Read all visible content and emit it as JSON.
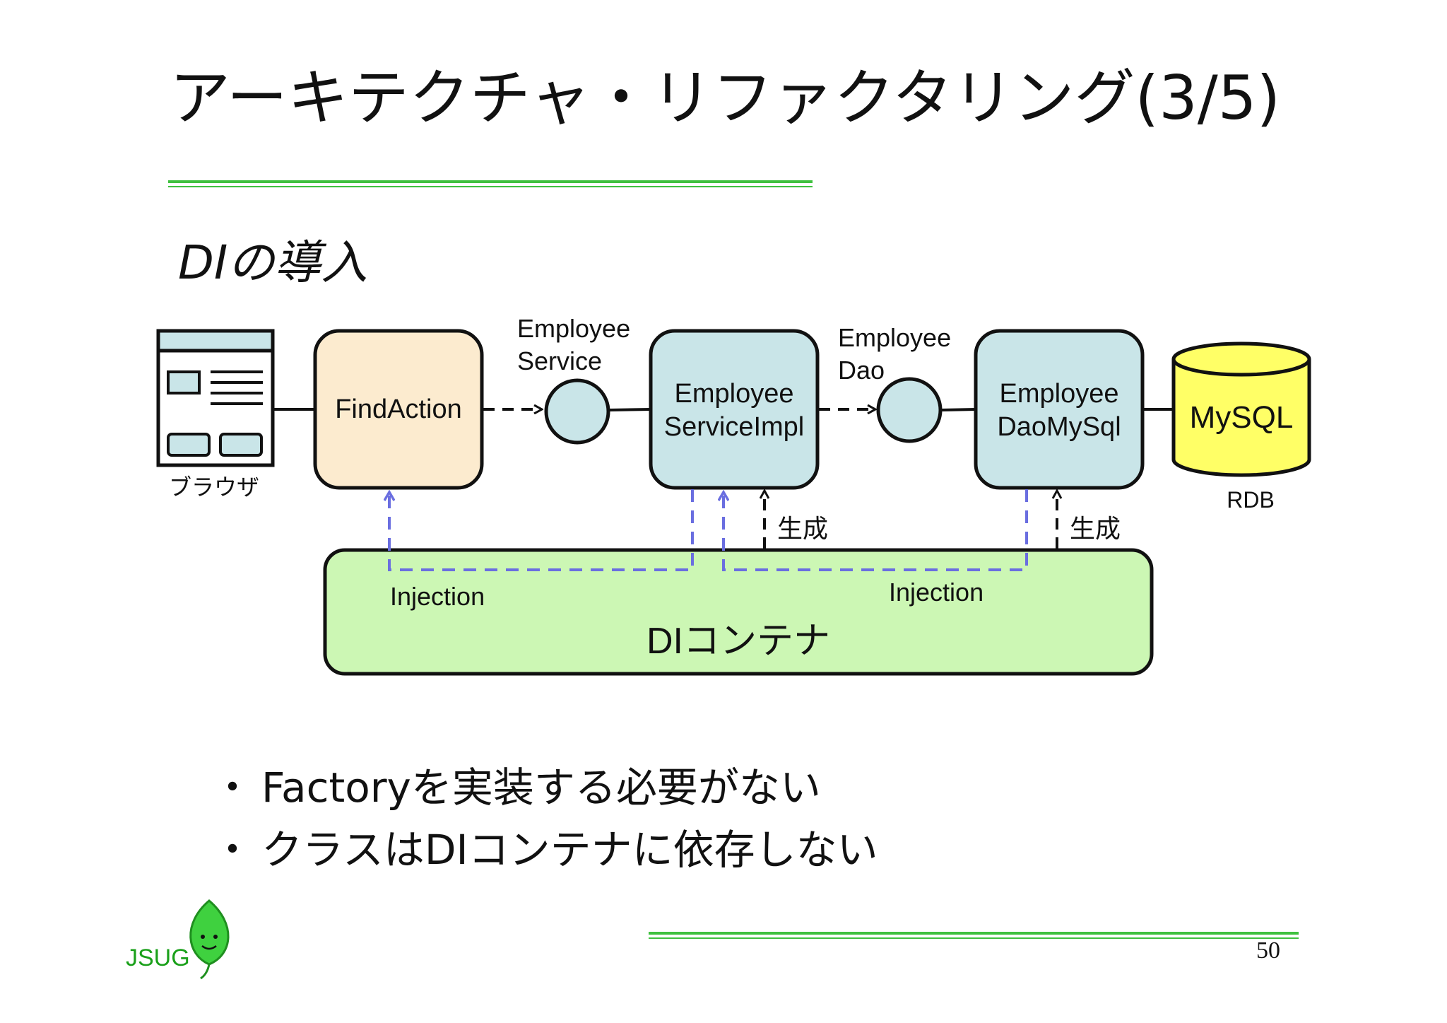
{
  "title": "アーキテクチャ・リファクタリング(3/5)",
  "subtitle": "DIの導入",
  "diagram": {
    "browser_label": "ブラウザ",
    "find_action": "FindAction",
    "service_interface": [
      "Employee",
      "Service"
    ],
    "service_impl": [
      "Employee",
      "ServiceImpl"
    ],
    "dao_interface": [
      "Employee",
      "Dao"
    ],
    "dao_impl": [
      "Employee",
      "DaoMySql"
    ],
    "mysql": "MySQL",
    "rdb_label": "RDB",
    "generate_label": "生成",
    "injection_label": "Injection",
    "container": "DIコンテナ"
  },
  "colors": {
    "accent_green": "#3fc13f",
    "action_fill": "#fcebcf",
    "component_fill": "#c9e5e8",
    "container_fill": "#ccf7b4",
    "db_fill": "#ffff66",
    "injection_arrow": "#6a6ee0"
  },
  "bullets": [
    "Factoryを実装する必要がない",
    "クラスはDIコンテナに依存しない"
  ],
  "page_number": "50",
  "logo": {
    "text": "JSUG",
    "icon": "leaf-mascot-icon"
  }
}
